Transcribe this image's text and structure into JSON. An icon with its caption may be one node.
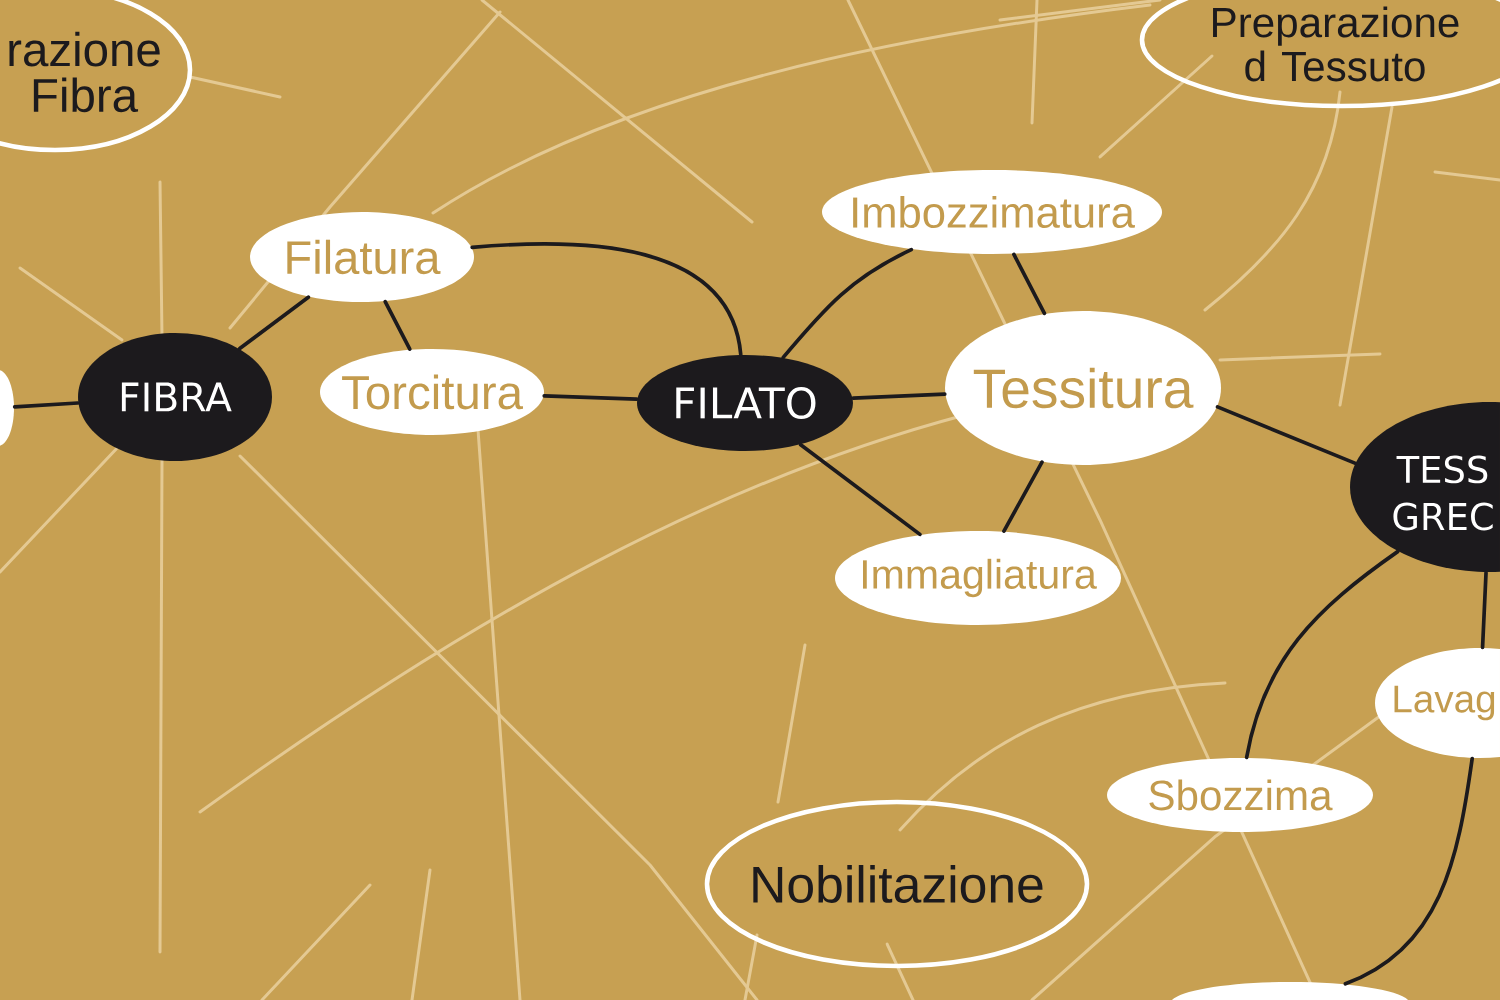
{
  "diagram": {
    "nodes": [
      {
        "text": [
          "razione Fibra"
        ]
      },
      {
        "text": [
          "Preparazione d Tessuto"
        ]
      },
      {
        "text": [
          "Imbozzimatura"
        ]
      },
      {
        "text": [
          "Filatura"
        ]
      },
      {
        "text": [],
        "shape": "ellipse"
      },
      {
        "text": [
          "FIBRA"
        ]
      },
      {
        "text": [
          "Torcitura"
        ]
      },
      {
        "text": [
          "FILATO"
        ]
      },
      {
        "text": [
          "Tessitura"
        ]
      },
      {
        "text": [
          "TESS GREC"
        ]
      },
      {
        "text": [
          "Immagliatura"
        ]
      },
      {
        "text": [
          "Lavag"
        ]
      },
      {
        "text": [
          "Sbozzima"
        ]
      },
      {
        "text": [
          "Nobilitazione"
        ]
      },
      {
        "text": [],
        "shape": "ellipse"
      }
    ],
    "edges": [
      {
        "from": 4,
        "to": 5,
        "arrow": "none"
      },
      {
        "from": 5,
        "to": 3,
        "arrow": "none"
      },
      {
        "from": 3,
        "to": 6,
        "arrow": "none"
      },
      {
        "from": 3,
        "to": 7,
        "arrow": "none"
      },
      {
        "from": 6,
        "to": 7,
        "arrow": "none"
      },
      {
        "from": 7,
        "to": 2,
        "arrow": "none"
      },
      {
        "from": 7,
        "to": 8,
        "arrow": "none"
      },
      {
        "from": 7,
        "to": 10,
        "arrow": "none"
      },
      {
        "from": 2,
        "to": 8,
        "arrow": "none"
      },
      {
        "from": 8,
        "to": 10,
        "arrow": "none"
      },
      {
        "from": 8,
        "to": 9,
        "arrow": "none"
      },
      {
        "from": 9,
        "to": 12,
        "arrow": "none"
      },
      {
        "from": 9,
        "to": 11,
        "arrow": "none"
      },
      {
        "from": 11,
        "to": 14,
        "arrow": "none"
      }
    ]
  }
}
